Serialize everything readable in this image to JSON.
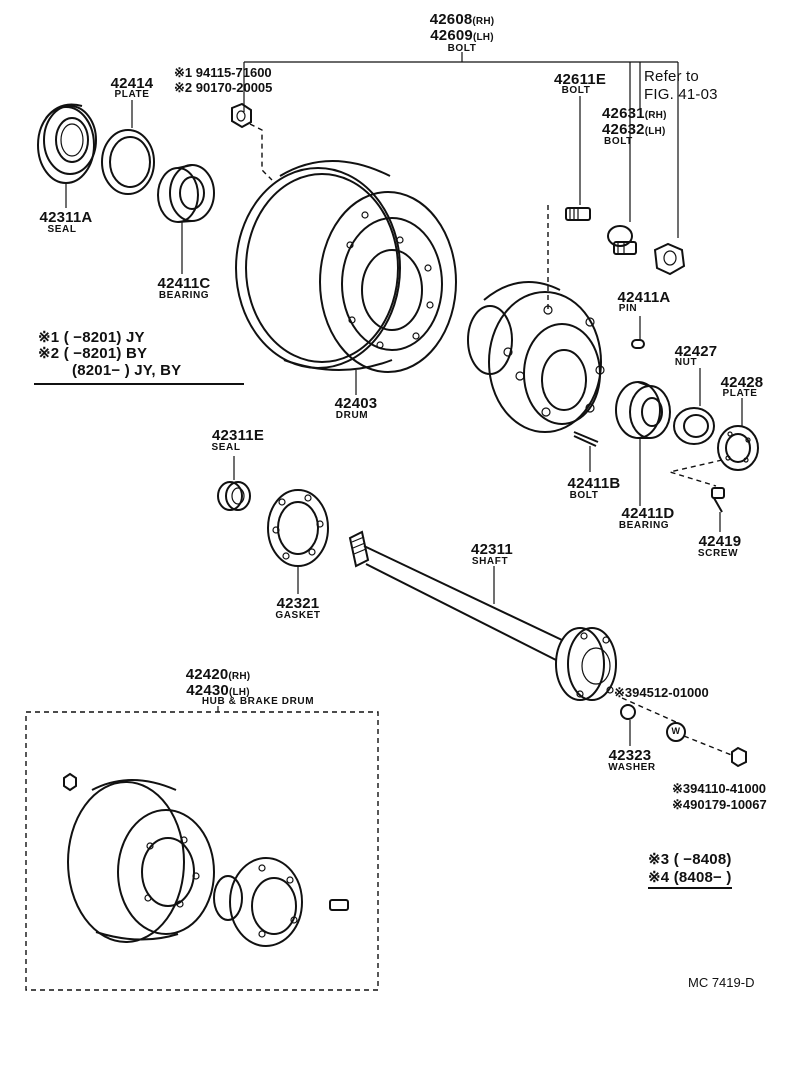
{
  "bolt_group": {
    "pn_rh": "42608",
    "rh": "(RH)",
    "pn_lh": "42609",
    "lh": "(LH)",
    "name": "BOLT"
  },
  "alt_parts": {
    "m1": "※1",
    "m1_pn": "94115-71600",
    "m2": "※2",
    "m2_pn": "90170-20005"
  },
  "parts": {
    "plate_42414": {
      "pn": "42414",
      "name": "PLATE"
    },
    "seal_42311A": {
      "pn": "42311A",
      "name": "SEAL"
    },
    "bearing_42411C": {
      "pn": "42411C",
      "name": "BEARING"
    },
    "bolt_42611E": {
      "pn": "42611E",
      "name": "BOLT"
    },
    "refer": {
      "line1": "Refer to",
      "line2": "FIG. 41-03"
    },
    "bolt_4263x": {
      "pn_rh": "42631",
      "rh": "(RH)",
      "pn_lh": "42632",
      "lh": "(LH)",
      "name": "BOLT"
    },
    "pin_42411A": {
      "pn": "42411A",
      "name": "PIN"
    },
    "nut_42427": {
      "pn": "42427",
      "name": "NUT"
    },
    "plate_42428": {
      "pn": "42428",
      "name": "PLATE"
    },
    "drum_42403": {
      "pn": "42403",
      "name": "DRUM"
    },
    "seal_42311E": {
      "pn": "42311E",
      "name": "SEAL"
    },
    "bolt_42411B": {
      "pn": "42411B",
      "name": "BOLT"
    },
    "bearing_42411D": {
      "pn": "42411D",
      "name": "BEARING"
    },
    "screw_42419": {
      "pn": "42419",
      "name": "SCREW"
    },
    "shaft_42311": {
      "pn": "42311",
      "name": "SHAFT"
    },
    "gasket_42321": {
      "pn": "42321",
      "name": "GASKET"
    },
    "washer_42323": {
      "pn": "42323",
      "name": "WASHER"
    },
    "hub_drum": {
      "pn_rh": "42420",
      "rh": "(RH)",
      "pn_lh": "42430",
      "lh": "(LH)",
      "name": "HUB & BRAKE DRUM"
    }
  },
  "notes": {
    "m3_part": "※394512-01000",
    "m3_part_b": "※394110-41000",
    "m4_part": "※490179-10067",
    "washer_mark": "W"
  },
  "legend_a": {
    "row1": {
      "mark": "※1",
      "range": "(          −8201)",
      "code": "JY"
    },
    "row2": {
      "mark": "※2",
      "range": "(          −8201)",
      "code": "BY"
    },
    "row3": {
      "range": "(8201−          )",
      "code": "JY, BY"
    }
  },
  "legend_b": {
    "row1": {
      "mark": "※3",
      "range": "(          −8408)"
    },
    "row2": {
      "mark": "※4",
      "range": "(8408−          )"
    }
  },
  "figure_code": "MC  7419-D"
}
